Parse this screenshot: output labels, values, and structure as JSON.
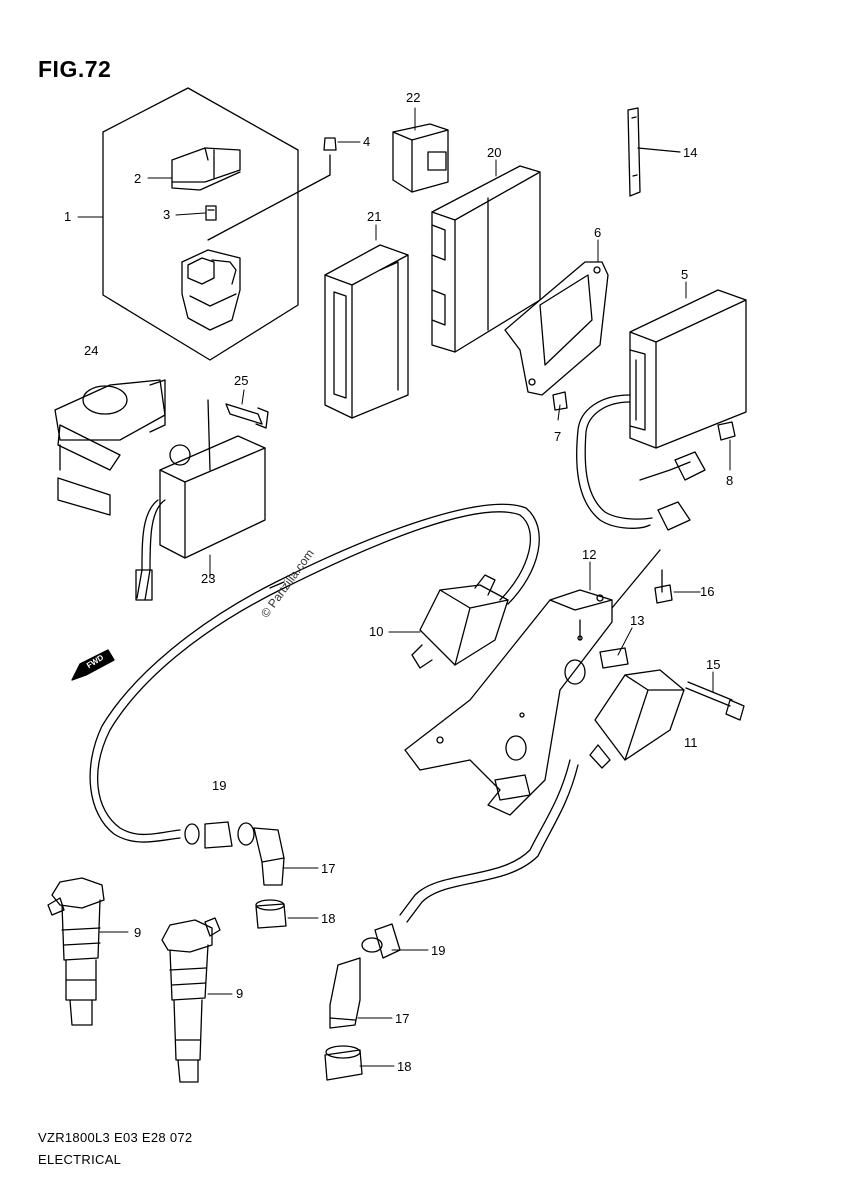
{
  "figure": {
    "title": "FIG.72",
    "model_code": "VZR1800L3  E03  E28  072",
    "section": "ELECTRICAL",
    "watermark": "© Partzilla.com",
    "fwd_label": "FWD"
  },
  "callouts": {
    "c1": "1",
    "c2": "2",
    "c3": "3",
    "c4": "4",
    "c5": "5",
    "c6": "6",
    "c7": "7",
    "c8": "8",
    "c9a": "9",
    "c9b": "9",
    "c10": "10",
    "c11": "11",
    "c12": "12",
    "c13": "13",
    "c14": "14",
    "c15": "15",
    "c16": "16",
    "c17a": "17",
    "c17b": "17",
    "c18a": "18",
    "c18b": "18",
    "c19a": "19",
    "c19b": "19",
    "c20": "20",
    "c21": "21",
    "c22": "22",
    "c23": "23",
    "c24": "24",
    "c25": "25"
  }
}
